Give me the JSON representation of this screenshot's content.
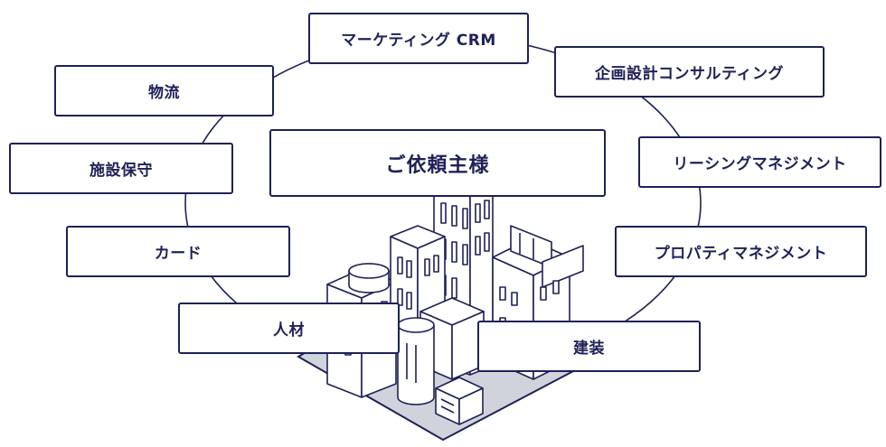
{
  "center_label": "ご依頼主様",
  "services": [
    "マーケティング CRM",
    "企画設計コンサルティング",
    "物流",
    "施設保守",
    "リーシングマネジメント",
    "カード",
    "プロパティマネジメント",
    "人材",
    "建装"
  ],
  "colors": {
    "line": "#1e2157",
    "ground": "#cfd3dc",
    "fill": "#ffffff"
  },
  "icons": [
    "city-buildings-illustration",
    "service-ring"
  ]
}
